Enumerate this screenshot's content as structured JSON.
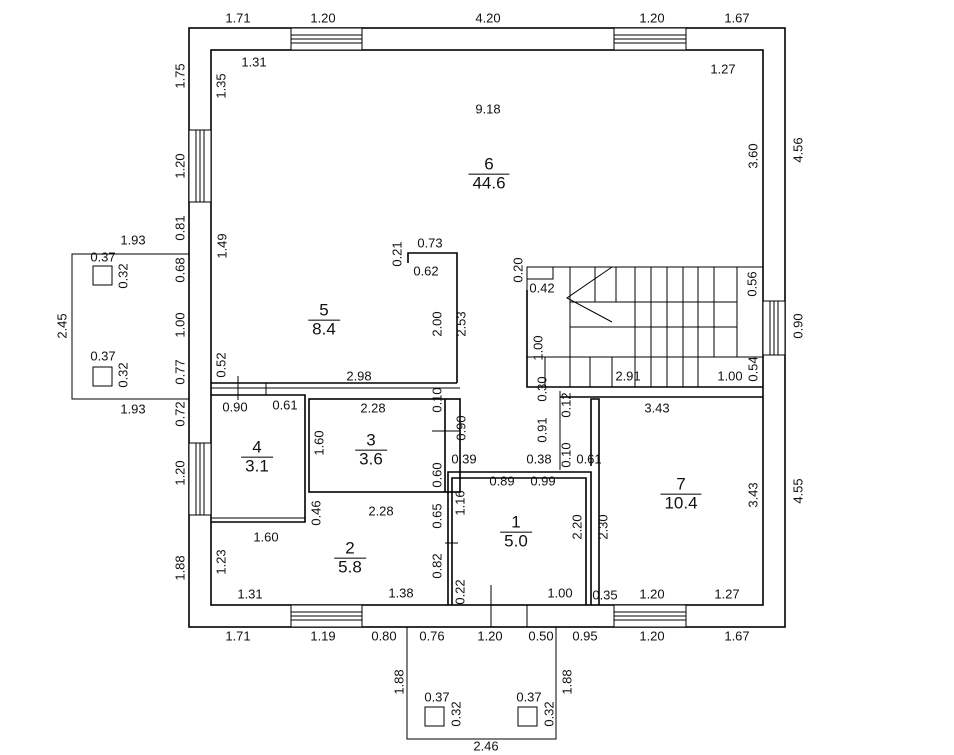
{
  "rooms": [
    {
      "number": "1",
      "area": "5.0"
    },
    {
      "number": "2",
      "area": "5.8"
    },
    {
      "number": "3",
      "area": "3.6"
    },
    {
      "number": "4",
      "area": "3.1"
    },
    {
      "number": "5",
      "area": "8.4"
    },
    {
      "number": "6",
      "area": "44.6"
    },
    {
      "number": "7",
      "area": "10.4"
    }
  ],
  "dimensions": [
    "1.71",
    "1.20",
    "4.20",
    "1.20",
    "1.67",
    "1.75",
    "1.35",
    "1.31",
    "1.27",
    "9.18",
    "3.60",
    "4.56",
    "1.20",
    "0.81",
    "1.93",
    "1.49",
    "0.21",
    "0.73",
    "0.62",
    "0.68",
    "0.37",
    "0.32",
    "0.20",
    "0.42",
    "0.56",
    "2.45",
    "1.00",
    "2.00",
    "2.53",
    "0.90",
    "0.52",
    "0.37",
    "0.32",
    "1.00",
    "2.91",
    "1.00",
    "0.54",
    "0.77",
    "2.98",
    "1.93",
    "0.30",
    "0.12",
    "0.90",
    "0.61",
    "2.28",
    "0.10",
    "3.43",
    "0.72",
    "0.91",
    "0.90",
    "1.60",
    "0.10",
    "0.39",
    "0.38",
    "0.61",
    "0.60",
    "0.89",
    "0.99",
    "1.20",
    "0.46",
    "2.28",
    "1.16",
    "0.65",
    "2.20",
    "2.30",
    "3.43",
    "4.55",
    "1.60",
    "1.23",
    "0.82",
    "1.88",
    "0.22",
    "1.31",
    "1.38",
    "1.00",
    "0.35",
    "1.20",
    "1.27",
    "1.71",
    "1.19",
    "0.80",
    "0.76",
    "1.20",
    "0.50",
    "0.95",
    "1.20",
    "1.67",
    "1.88",
    "1.88",
    "0.37",
    "0.37",
    "0.32",
    "0.32",
    "2.46"
  ]
}
